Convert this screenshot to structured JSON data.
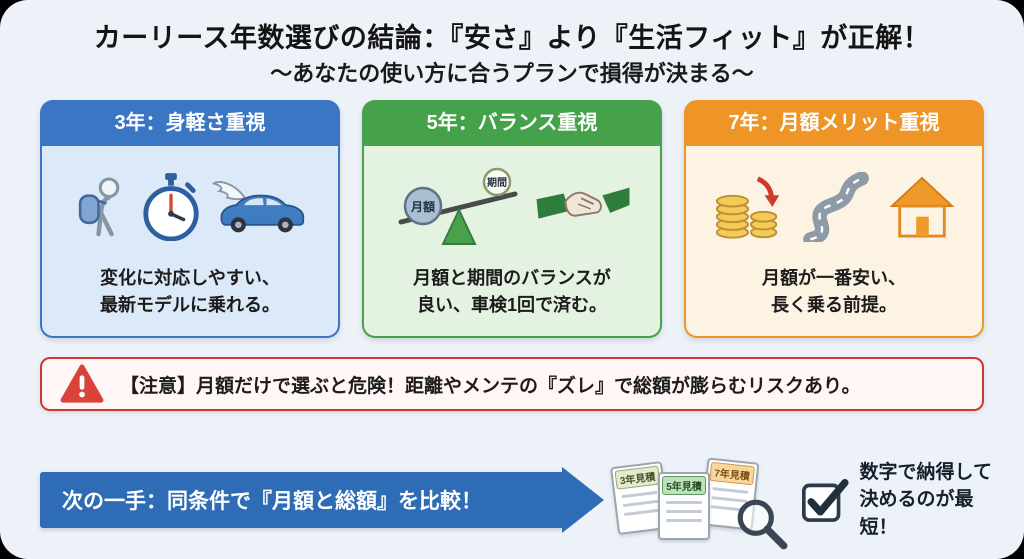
{
  "title": "カーリース年数選びの結論：『安さ』より『生活フィット』が正解！",
  "subtitle": "〜あなたの使い方に合うプランで損得が決まる〜",
  "cards": [
    {
      "header": "3年：身軽さ重視",
      "body": "変化に対応しやすい、\n最新モデルに乗れる。",
      "accent_color": "#3a76c4",
      "body_bg": "#dce9f8",
      "icons": [
        "backpack-person-icon",
        "stopwatch-icon",
        "winged-car-icon"
      ]
    },
    {
      "header": "5年：バランス重視",
      "body": "月額と期間のバランスが\n良い、車検1回で済む。",
      "accent_color": "#46a14b",
      "body_bg": "#e4f2e1",
      "scale_left_label": "月額",
      "scale_right_label": "期間",
      "icons": [
        "balance-scale-icon",
        "handshake-icon"
      ]
    },
    {
      "header": "7年：月額メリット重視",
      "body": "月額が一番安い、\n長く乗る前提。",
      "accent_color": "#ef9426",
      "body_bg": "#fdf3e2",
      "icons": [
        "coins-down-arrow-icon",
        "winding-road-icon",
        "house-icon"
      ]
    }
  ],
  "warning": {
    "text": "【注意】月額だけで選ぶと危険！距離やメンテの『ズレ』で総額が膨らむリスクあり。",
    "border_color": "#cf3a30"
  },
  "next_step": {
    "arrow_text": "次の一手：同条件で『月額と総額』を比較！",
    "arrow_color": "#2e6cb5",
    "documents": [
      "3年見積",
      "5年見積",
      "7年見積"
    ],
    "conclusion": "数字で納得して\n決めるのが最短！"
  }
}
